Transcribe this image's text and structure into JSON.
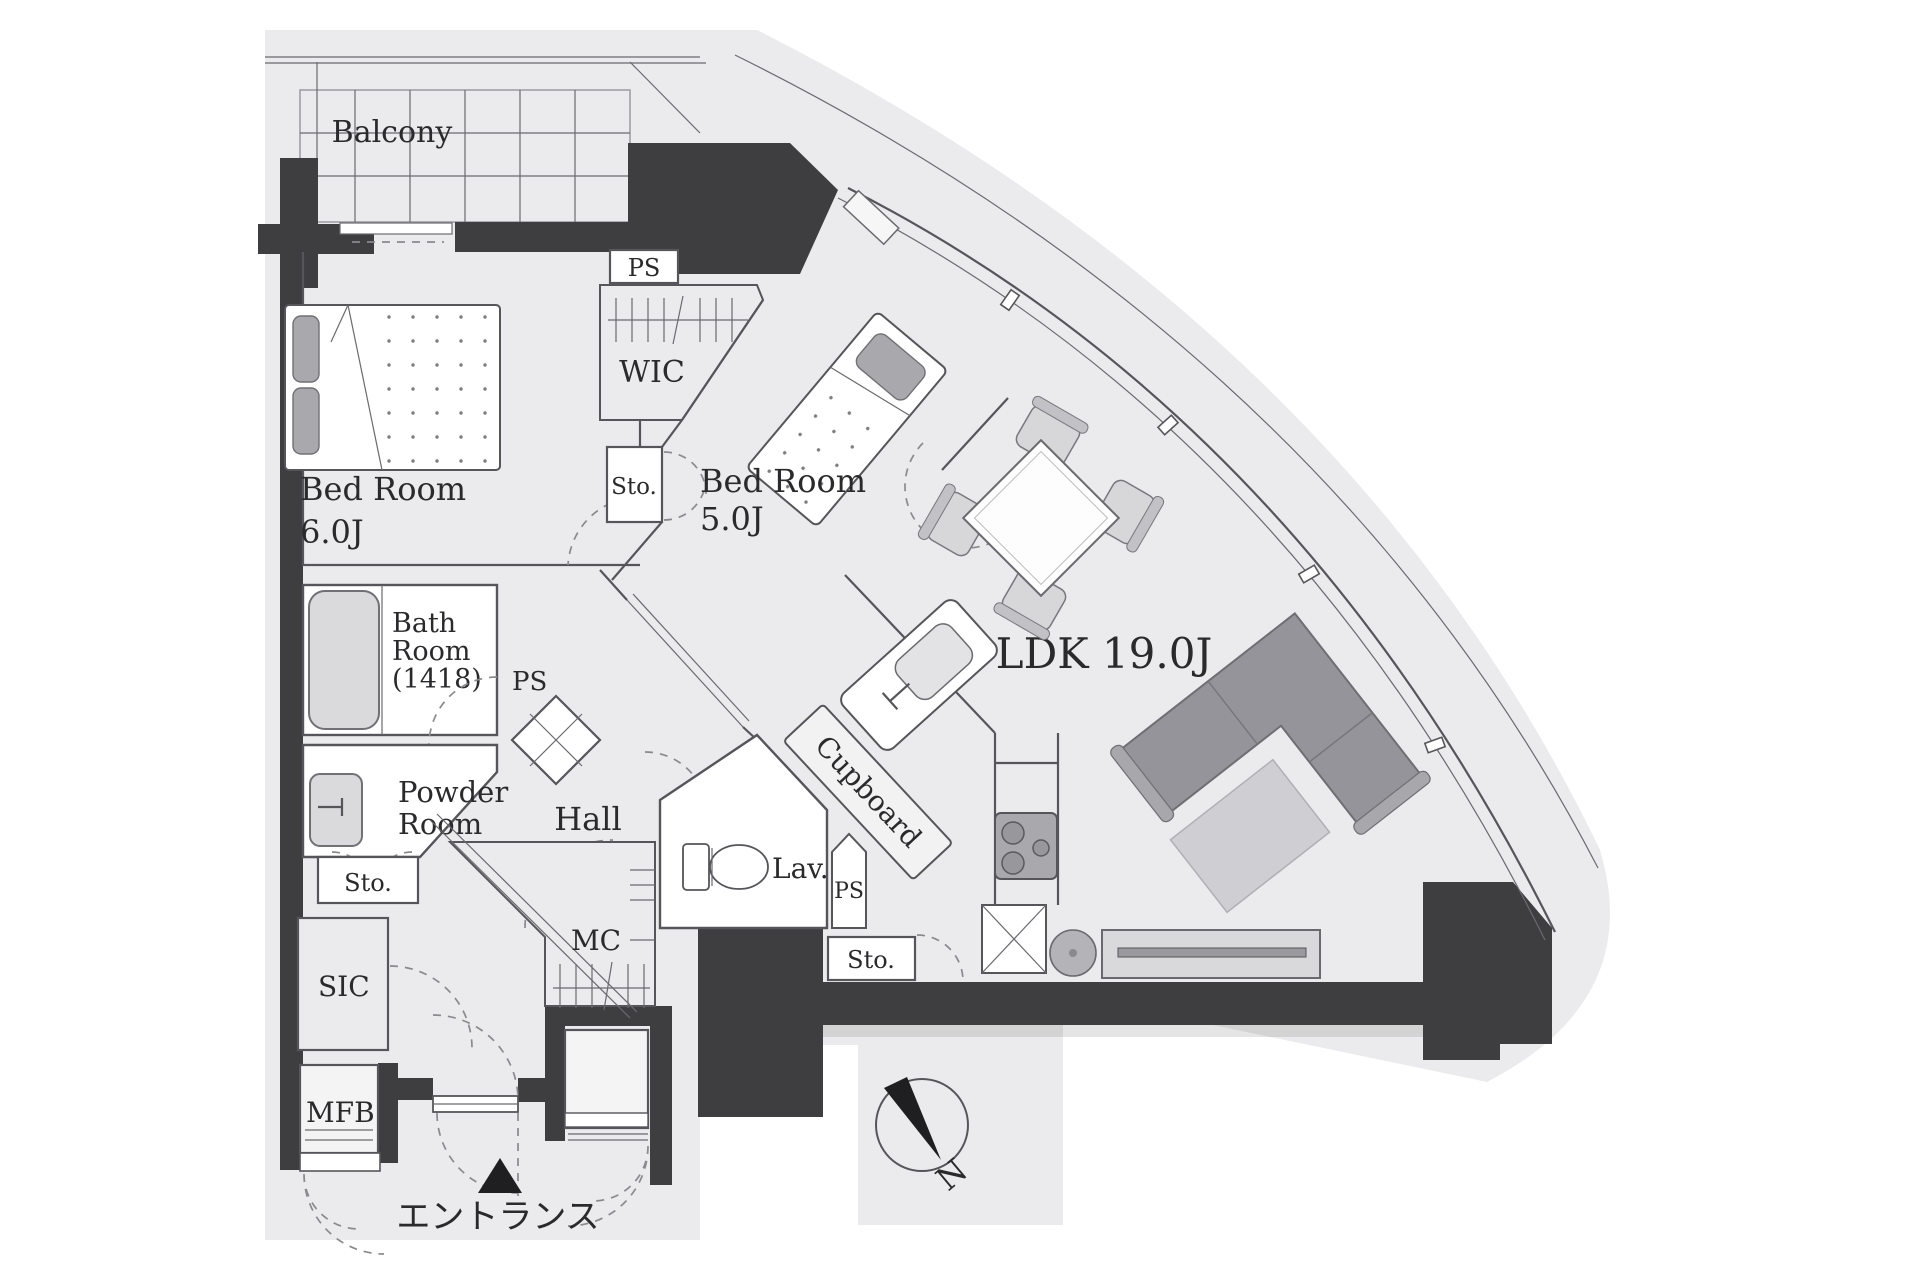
{
  "plan": {
    "type": "apartment-floor-plan",
    "compass": {
      "north_label": "N"
    },
    "entrance": {
      "label": "エントランス"
    },
    "rooms": {
      "balcony": {
        "label": "Balcony"
      },
      "bedroom1": {
        "label": "Bed Room",
        "size": "6.0J"
      },
      "bedroom2": {
        "label": "Bed Room",
        "size": "5.0J"
      },
      "wic": {
        "label": "WIC"
      },
      "bathroom": {
        "label_line1": "Bath",
        "label_line2": "Room",
        "label_line3": "(1418)"
      },
      "powder_room": {
        "label_line1": "Powder",
        "label_line2": "Room"
      },
      "hall": {
        "label": "Hall"
      },
      "lavatory": {
        "label": "Lav."
      },
      "ldk": {
        "label": "LDK 19.0J"
      },
      "cupboard": {
        "label": "Cupboard"
      },
      "mc": {
        "label": "MC"
      },
      "sic": {
        "label": "SIC"
      },
      "mfb": {
        "label": "MFB"
      },
      "storage": {
        "label": "Sto."
      },
      "pipe_space": {
        "label": "PS"
      }
    },
    "colors": {
      "background": "#ffffff",
      "floor": "#ebebed",
      "wall": "#3e3e41",
      "fixture_white": "#ffffff",
      "furniture_gray": "#a9a9ad",
      "sofa_gray": "#94949a",
      "text": "#2a2a2c"
    }
  }
}
